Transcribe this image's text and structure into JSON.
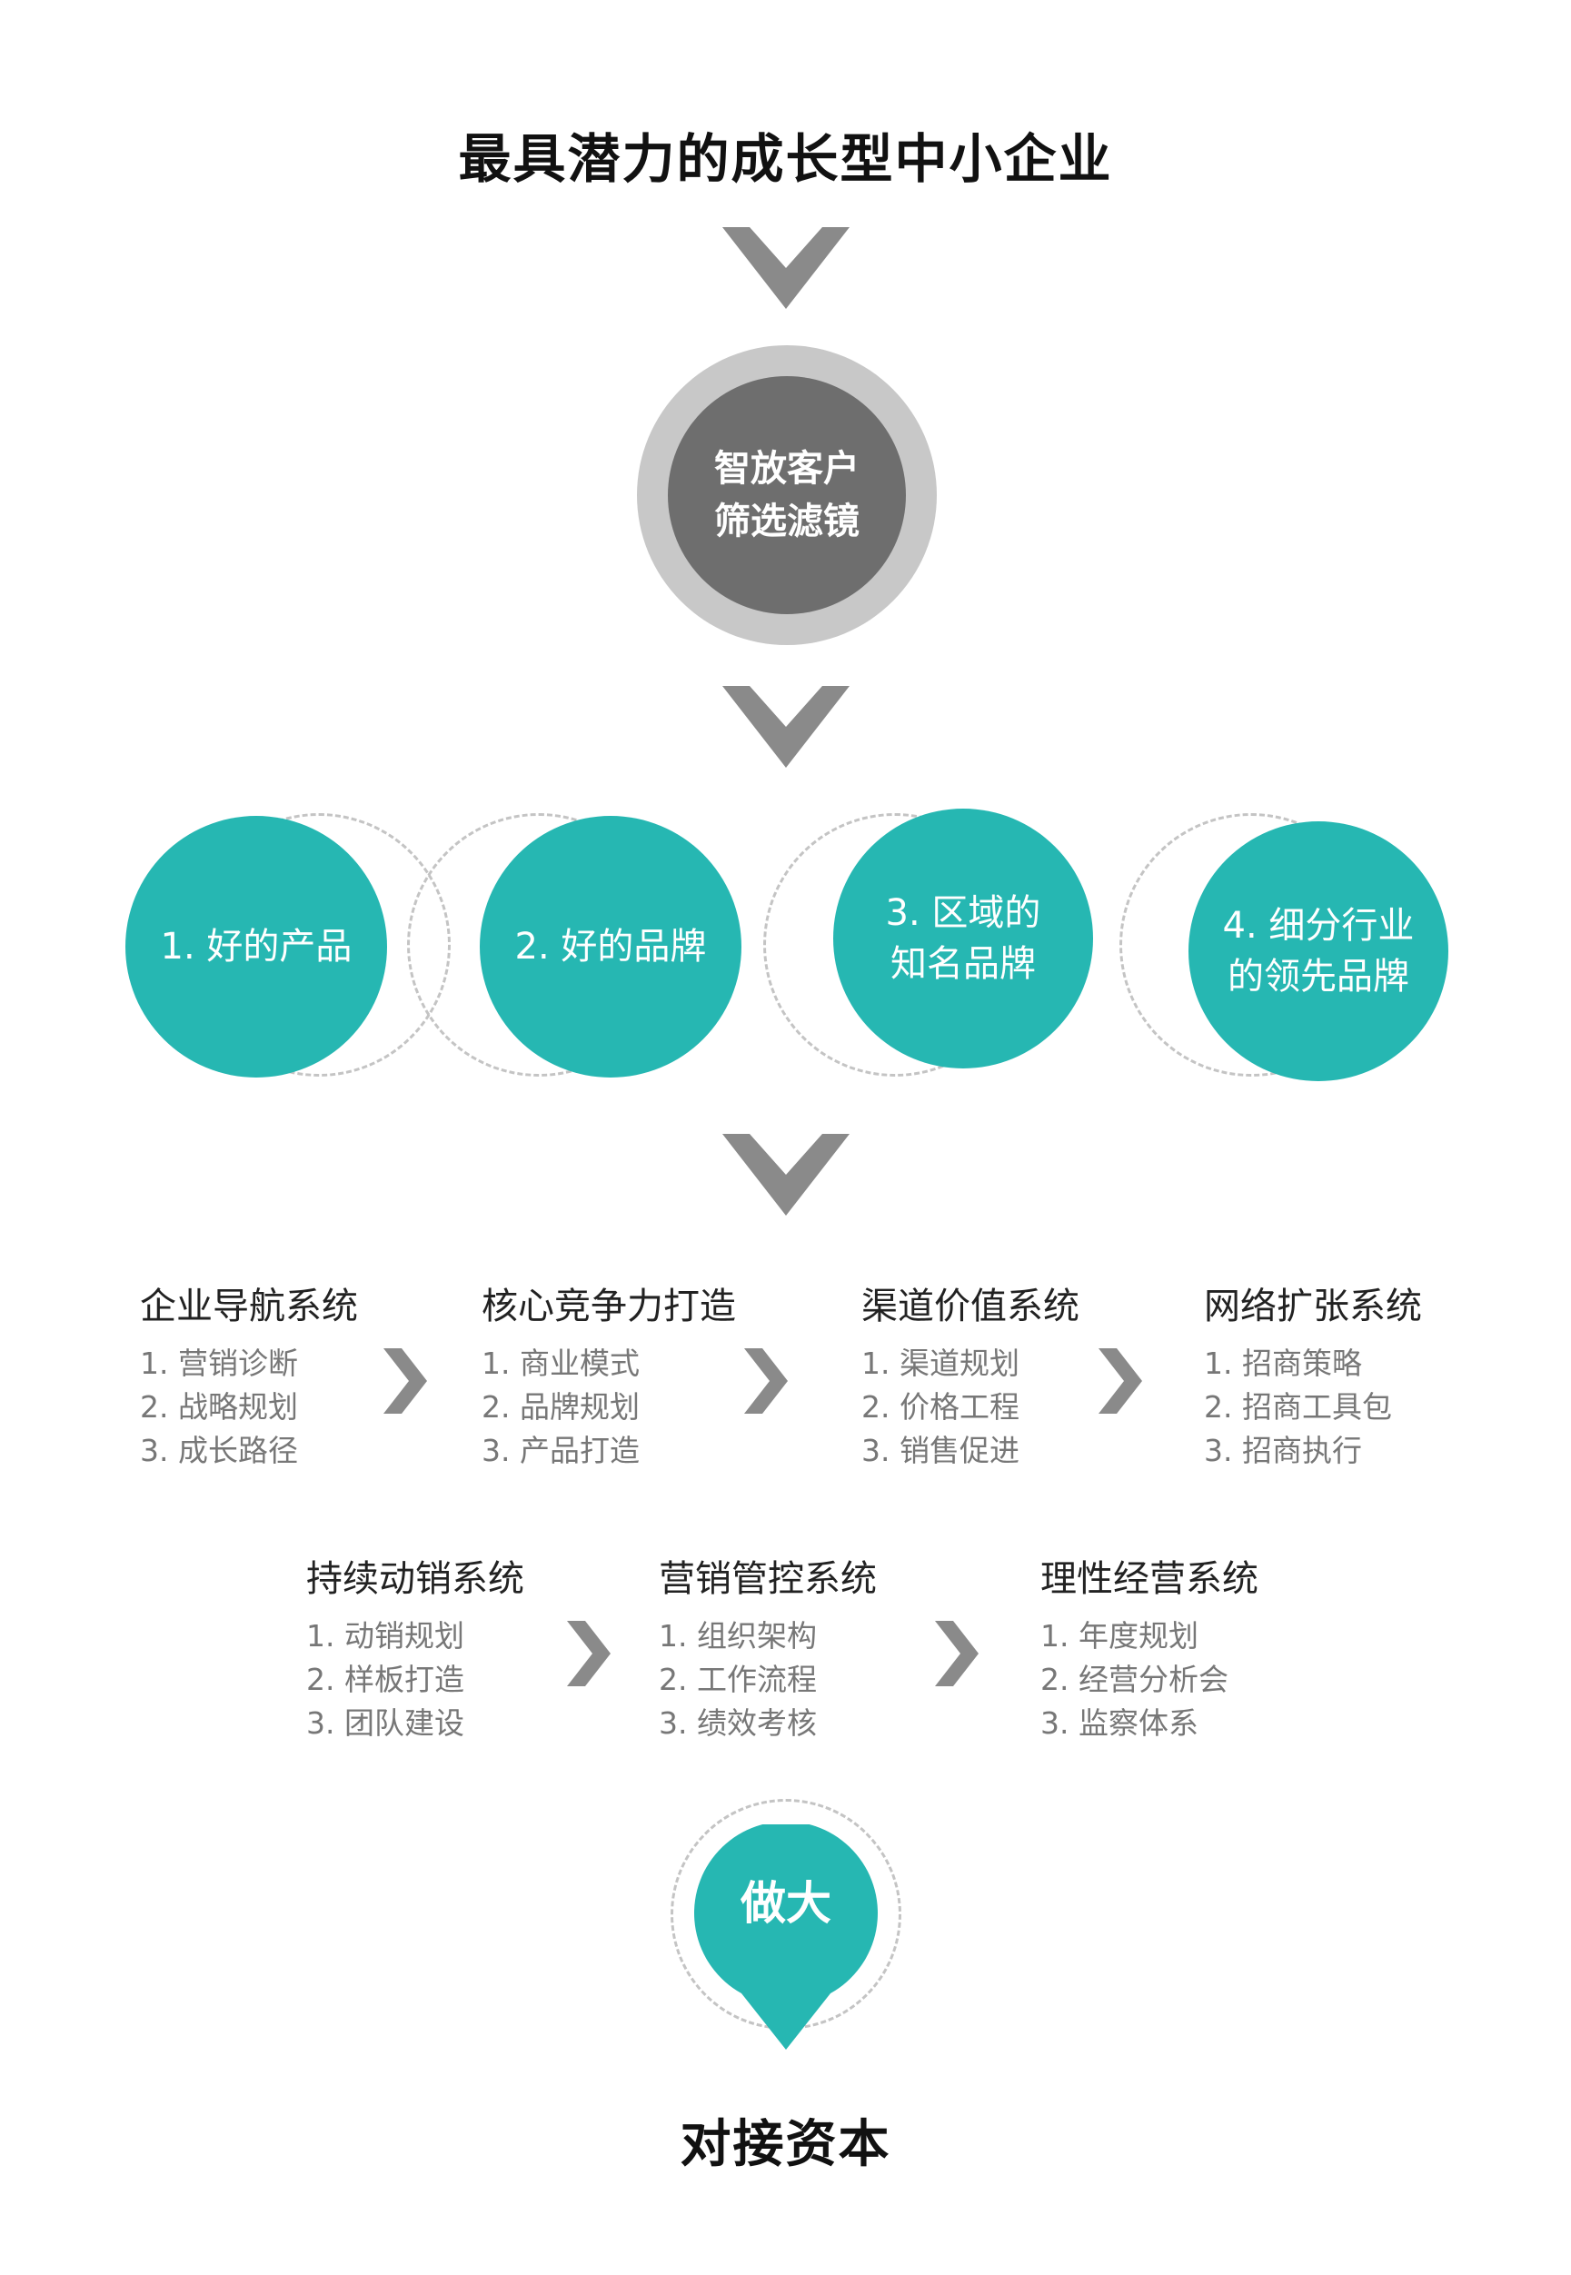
{
  "title": "最具潜力的成长型中小企业",
  "filter": {
    "line1": "智放客户",
    "line2": "筛选滤镜"
  },
  "categories": [
    {
      "line1": "1. 好的产品",
      "line2": ""
    },
    {
      "line1": "2. 好的品牌",
      "line2": ""
    },
    {
      "line1": "3. 区域的",
      "line2": "知名品牌"
    },
    {
      "line1": "4. 细分行业",
      "line2": "的领先品牌"
    }
  ],
  "systems_row1": [
    {
      "title": "企业导航系统",
      "items": [
        "1. 营销诊断",
        "2. 战略规划",
        "3. 成长路径"
      ]
    },
    {
      "title": "核心竞争力打造",
      "items": [
        "1. 商业模式",
        "2. 品牌规划",
        "3. 产品打造"
      ]
    },
    {
      "title": "渠道价值系统",
      "items": [
        "1. 渠道规划",
        "2. 价格工程",
        "3. 销售促进"
      ]
    },
    {
      "title": "网络扩张系统",
      "items": [
        "1. 招商策略",
        "2. 招商工具包",
        "3. 招商执行"
      ]
    }
  ],
  "systems_row2": [
    {
      "title": "持续动销系统",
      "items": [
        "1. 动销规划",
        "2. 样板打造",
        "3. 团队建设"
      ]
    },
    {
      "title": "营销管控系统",
      "items": [
        "1. 组织架构",
        "2. 工作流程",
        "3. 绩效考核"
      ]
    },
    {
      "title": "理性经营系统",
      "items": [
        "1. 年度规划",
        "2. 经营分析会",
        "3. 监察体系"
      ]
    }
  ],
  "pin_label": "做大",
  "footer": "对接资本",
  "colors": {
    "teal": "#26b7b2",
    "dark_gray": "#6e6e6e",
    "light_gray": "#c8c8c8",
    "chevron": "#8a8a8a"
  }
}
